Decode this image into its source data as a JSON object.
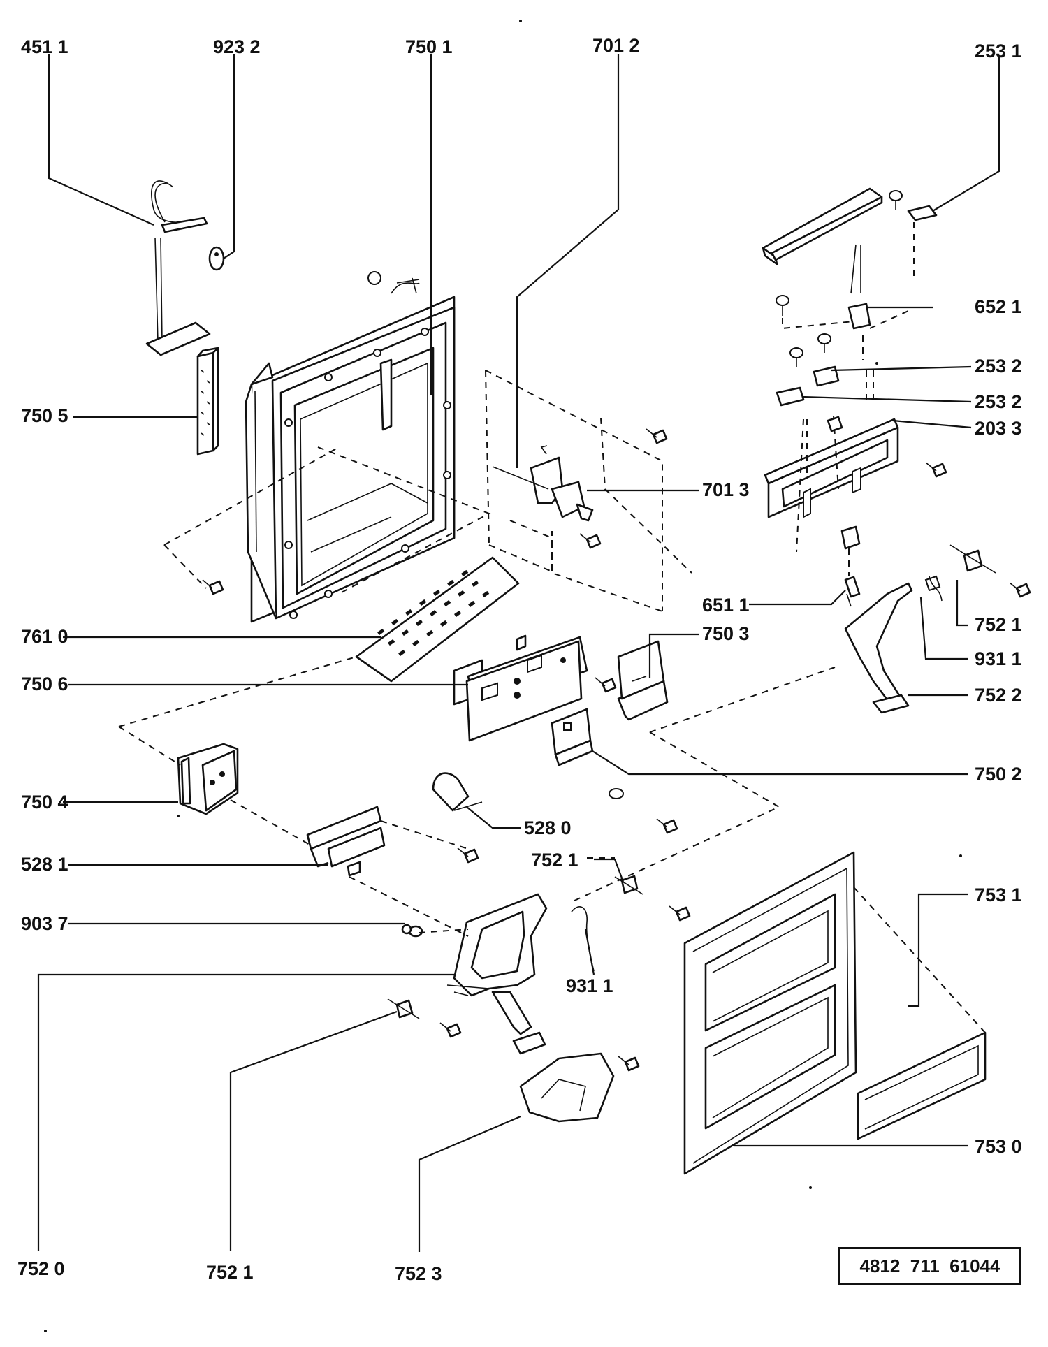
{
  "document_number": "4812  711  61044",
  "callouts": [
    {
      "id": "c01",
      "label": "451 1"
    },
    {
      "id": "c02",
      "label": "923  2"
    },
    {
      "id": "c03",
      "label": "750 1"
    },
    {
      "id": "c04",
      "label": "701  2"
    },
    {
      "id": "c05",
      "label": "253  1"
    },
    {
      "id": "c06",
      "label": "652 1"
    },
    {
      "id": "c07",
      "label": "253  2"
    },
    {
      "id": "c08",
      "label": "253  2"
    },
    {
      "id": "c09",
      "label": "203  3"
    },
    {
      "id": "c10",
      "label": "750 5"
    },
    {
      "id": "c11",
      "label": "701 3"
    },
    {
      "id": "c12",
      "label": "651 1"
    },
    {
      "id": "c13",
      "label": "752 1"
    },
    {
      "id": "c14",
      "label": "761 0"
    },
    {
      "id": "c15",
      "label": "750 3"
    },
    {
      "id": "c16",
      "label": "931 1"
    },
    {
      "id": "c17",
      "label": "750 6"
    },
    {
      "id": "c18",
      "label": "752 2"
    },
    {
      "id": "c19",
      "label": "750 2"
    },
    {
      "id": "c20",
      "label": "750 4"
    },
    {
      "id": "c21",
      "label": "528 0"
    },
    {
      "id": "c22",
      "label": "528 1"
    },
    {
      "id": "c23",
      "label": "752 1"
    },
    {
      "id": "c24",
      "label": "753 1"
    },
    {
      "id": "c25",
      "label": "903 7"
    },
    {
      "id": "c26",
      "label": "931 1"
    },
    {
      "id": "c27",
      "label": "753 0"
    },
    {
      "id": "c28",
      "label": "752 0"
    },
    {
      "id": "c29",
      "label": "752  1"
    },
    {
      "id": "c30",
      "label": "752  3"
    }
  ]
}
